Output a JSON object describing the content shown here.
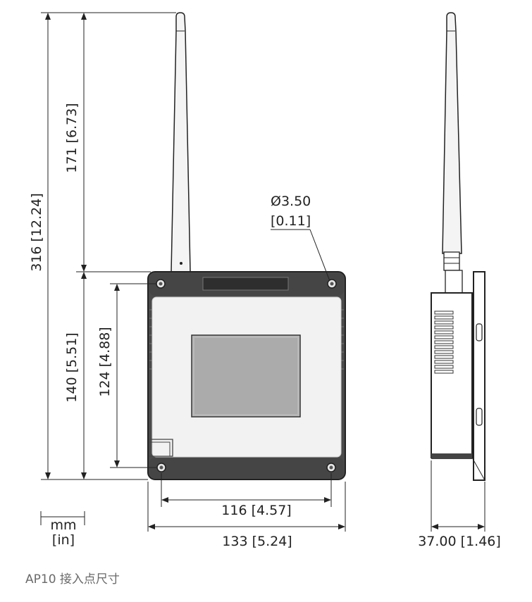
{
  "dimensions": {
    "total_height": "316 [12.24]",
    "antenna_height": "171 [6.73]",
    "body_height": "140 [5.51]",
    "hole_spacing_vertical": "124 [4.88]",
    "hole_diameter_mm": "Ø3.50",
    "hole_diameter_in": "[0.11]",
    "hole_spacing_horizontal": "116 [4.57]",
    "body_width": "133 [5.24]",
    "depth": "37.00 [1.46]"
  },
  "units": {
    "primary": "mm",
    "secondary": "[in]"
  },
  "caption": "AP10 接入点尺寸"
}
